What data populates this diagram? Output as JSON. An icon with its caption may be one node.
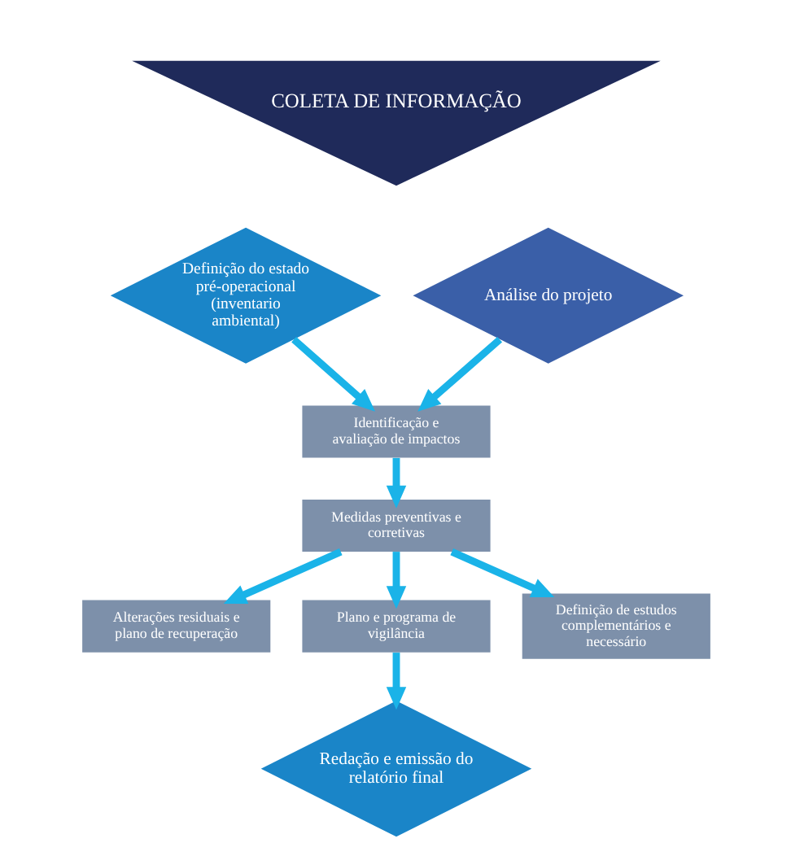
{
  "diagram": {
    "nodes": [
      {
        "text": [
          "COLETA DE INFORMAÇÃO"
        ]
      },
      {
        "text": [
          "Definição do estado pré-operacional",
          "(inventario ambiental)"
        ]
      },
      {
        "text": [
          "Análise do projeto"
        ]
      },
      {
        "text": [
          "Identificação e avaliação de impactos"
        ]
      },
      {
        "text": [
          "Medidas preventivas e corretivas"
        ]
      },
      {
        "text": [
          "Alterações residuais e plano de recuperação"
        ]
      },
      {
        "text": [
          "Plano e programa de vigilância"
        ]
      },
      {
        "text": [
          "Definição de estudos complementários e necessário"
        ]
      },
      {
        "text": [
          "Redação e emissão do relatório final"
        ]
      }
    ],
    "edges": [
      {
        "from": 1,
        "to": 3,
        "arrow": "to"
      },
      {
        "from": 2,
        "to": 3,
        "arrow": "to"
      },
      {
        "from": 3,
        "to": 4,
        "arrow": "to"
      },
      {
        "from": 4,
        "to": 5,
        "arrow": "to"
      },
      {
        "from": 4,
        "to": 6,
        "arrow": "to"
      },
      {
        "from": 4,
        "to": 7,
        "arrow": "to"
      },
      {
        "from": 6,
        "to": 8,
        "arrow": "to"
      }
    ]
  }
}
